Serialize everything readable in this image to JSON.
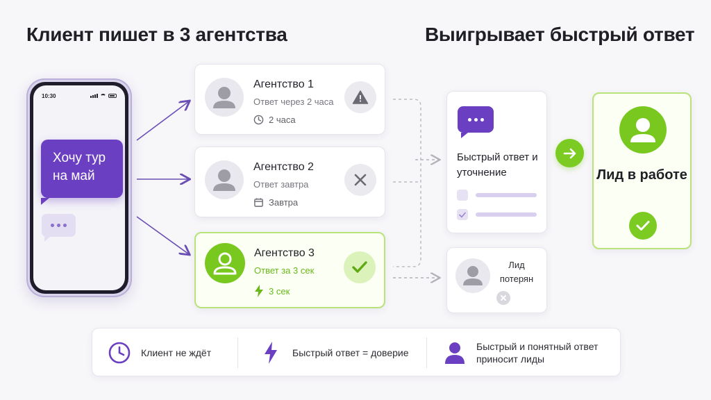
{
  "titles": {
    "left": "Клиент пишет в 3 агентства",
    "right": "Выигрывает быстрый ответ"
  },
  "phone": {
    "time": "10:30",
    "message": "Хочу тур на май",
    "typing_icon": "typing-dots-icon"
  },
  "agencies": [
    {
      "name": "Агентство 1",
      "response": "Ответ через 2 часа",
      "time": "2 часа",
      "time_icon": "clock-icon",
      "status_icon": "warning-icon",
      "status": "warning"
    },
    {
      "name": "Агентство 2",
      "response": "Ответ завтра",
      "time": "Завтра",
      "time_icon": "calendar-icon",
      "status_icon": "cross-icon",
      "status": "rejected"
    },
    {
      "name": "Агентство 3",
      "response": "Ответ за 3 сек",
      "time": "3 сек",
      "time_icon": "lightning-icon",
      "status_icon": "check-icon",
      "status": "success"
    }
  ],
  "fast_card": {
    "text": "Быстрый ответ и уточнение",
    "icon": "chat-icon"
  },
  "lost_card": {
    "text": "Лид потерян",
    "icon": "cross-icon"
  },
  "lead_card": {
    "text": "Лид в работе",
    "icon": "check-icon"
  },
  "features": [
    {
      "icon": "clock-icon",
      "text": "Клиент не ждёт"
    },
    {
      "icon": "lightning-icon",
      "text": "Быстрый ответ = доверие"
    },
    {
      "icon": "user-icon",
      "text": "Быстрый и понятный ответ приносит лиды"
    }
  ],
  "colors": {
    "purple": "#6a3fc1",
    "green": "#7ccb22",
    "grey": "#8c8b94"
  }
}
